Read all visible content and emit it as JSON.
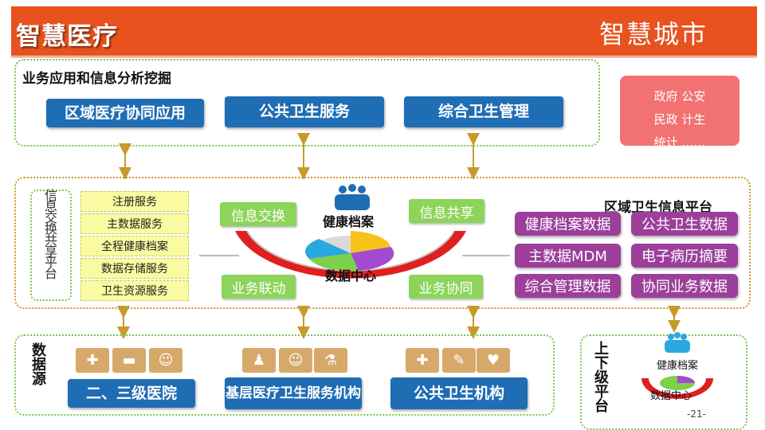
{
  "header": {
    "title": "智慧医疗",
    "city": "智慧城市"
  },
  "top_section": {
    "title": "业务应用和信息分析挖掘",
    "buttons": [
      "区域医疗协同应用",
      "公共卫生服务",
      "综合卫生管理"
    ]
  },
  "gov_box": {
    "line1": "政府  公安",
    "line2": "民政  计生",
    "line3": "统计 ……"
  },
  "platform": {
    "title": "区域卫生信息平台",
    "share_label": "信息交换共享平台",
    "services": [
      "注册服务",
      "主数据服务",
      "全程健康档案",
      "数据存储服务",
      "卫生资源服务"
    ],
    "exchange": [
      "信息交换",
      "信息共享",
      "业务联动",
      "业务协同"
    ],
    "center_top": "健康档案",
    "center_bottom": "数据中心",
    "databases": [
      "健康档案数据",
      "公共卫生数据",
      "主数据MDM",
      "电子病历摘要",
      "综合管理数据",
      "协同业务数据"
    ]
  },
  "sources": {
    "label": "数据源",
    "items": [
      "二、三级医院",
      "基层医疗卫生服务机构",
      "公共卫生机构"
    ]
  },
  "upper_platform": {
    "label": "上下级平台",
    "center_top": "健康档案",
    "center_bottom": "数据中心"
  },
  "page_number": "-21-",
  "colors": {
    "header": "#e8521e",
    "blue": "#1f6db4",
    "green": "#8cd45a",
    "purple": "#9b3f9b",
    "pink": "#f27272",
    "yellow": "#fafaa2"
  }
}
